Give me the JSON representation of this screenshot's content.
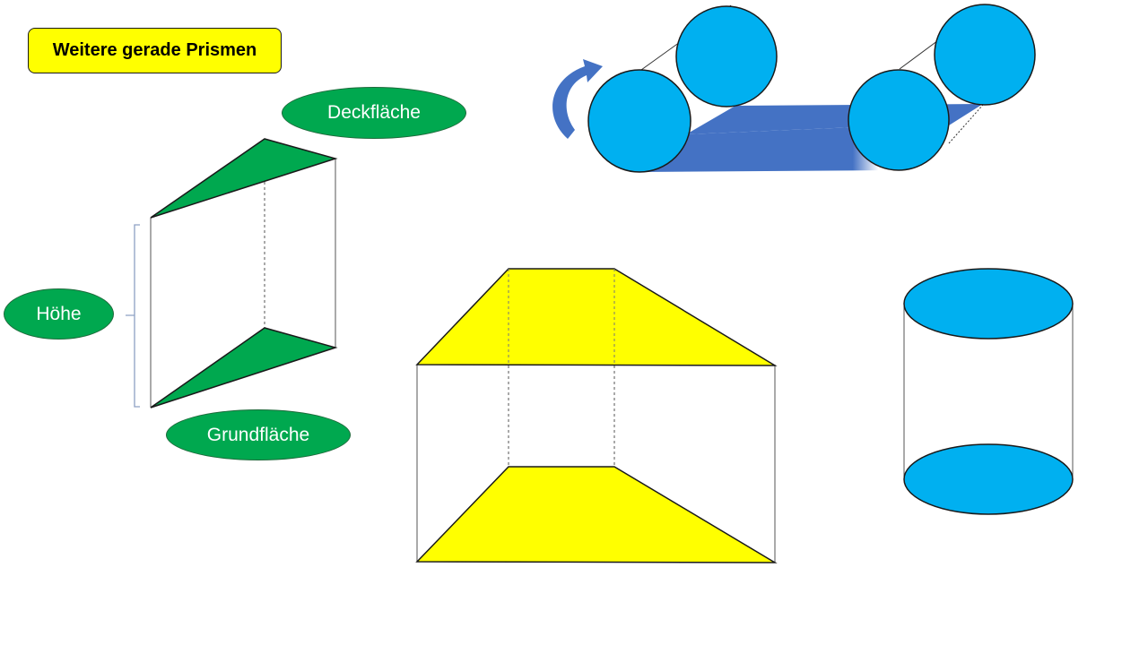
{
  "title": "Weitere gerade Prismen",
  "labels": {
    "top_face": "Deckfläche",
    "height": "Höhe",
    "base_face": "Grundfläche"
  },
  "colors": {
    "title_bg": "#ffff00",
    "label_bg": "#00a84f",
    "triangle_prism": "#00a84f",
    "trapezoid_prism": "#ffff00",
    "cylinder": "#00b0f0",
    "band": "#4472c4",
    "rotate_arrow": "#4472c4"
  },
  "icons": {
    "rotation": "curved-arrow-icon"
  }
}
